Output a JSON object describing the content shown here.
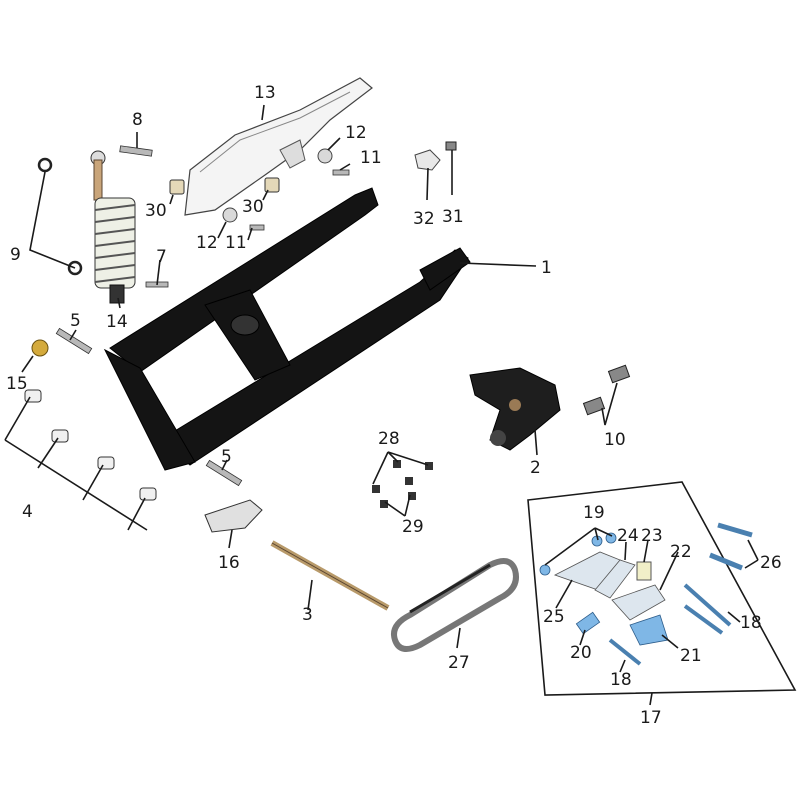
{
  "callouts": [
    {
      "id": "1",
      "text": "1"
    },
    {
      "id": "2",
      "text": "2"
    },
    {
      "id": "3",
      "text": "3"
    },
    {
      "id": "4",
      "text": "4"
    },
    {
      "id": "5a",
      "text": "5"
    },
    {
      "id": "5b",
      "text": "5"
    },
    {
      "id": "7",
      "text": "7"
    },
    {
      "id": "8",
      "text": "8"
    },
    {
      "id": "9",
      "text": "9"
    },
    {
      "id": "10",
      "text": "10"
    },
    {
      "id": "11a",
      "text": "11"
    },
    {
      "id": "11b",
      "text": "11"
    },
    {
      "id": "12a",
      "text": "12"
    },
    {
      "id": "12b",
      "text": "12"
    },
    {
      "id": "13",
      "text": "13"
    },
    {
      "id": "14",
      "text": "14"
    },
    {
      "id": "15",
      "text": "15"
    },
    {
      "id": "16",
      "text": "16"
    },
    {
      "id": "17",
      "text": "17"
    },
    {
      "id": "18a",
      "text": "18"
    },
    {
      "id": "18b",
      "text": "18"
    },
    {
      "id": "19",
      "text": "19"
    },
    {
      "id": "20",
      "text": "20"
    },
    {
      "id": "21",
      "text": "21"
    },
    {
      "id": "22",
      "text": "22"
    },
    {
      "id": "23",
      "text": "23"
    },
    {
      "id": "24",
      "text": "24"
    },
    {
      "id": "25",
      "text": "25"
    },
    {
      "id": "26",
      "text": "26"
    },
    {
      "id": "27",
      "text": "27"
    },
    {
      "id": "28",
      "text": "28"
    },
    {
      "id": "29",
      "text": "29"
    },
    {
      "id": "30a",
      "text": "30"
    },
    {
      "id": "30b",
      "text": "30"
    },
    {
      "id": "31",
      "text": "31"
    },
    {
      "id": "32",
      "text": "32"
    }
  ]
}
